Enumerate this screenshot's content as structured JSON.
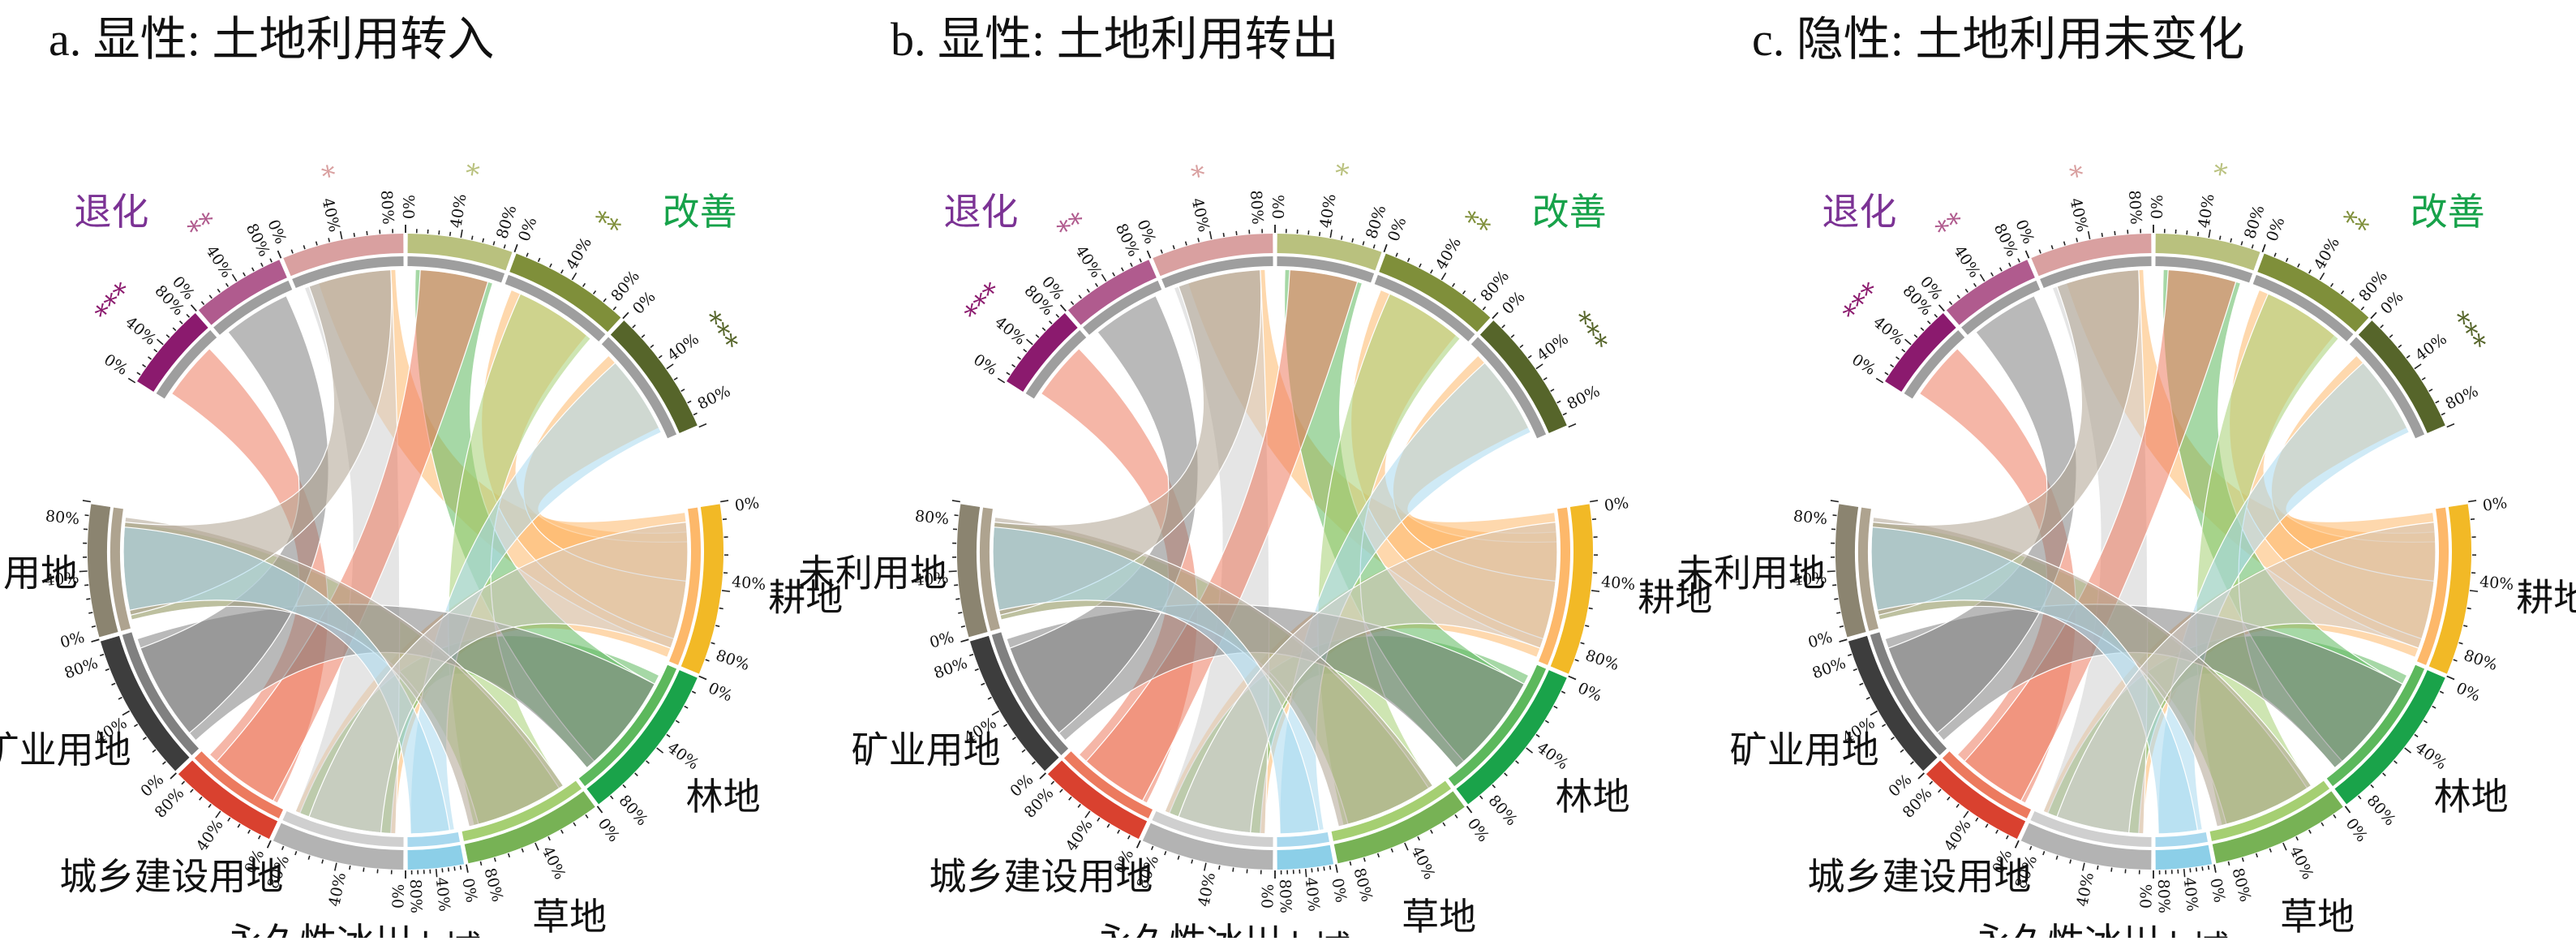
{
  "panels": [
    {
      "letter": "a",
      "title": "a. 显性: 土地利用转入"
    },
    {
      "letter": "b",
      "title": "b. 显性: 土地利用转出"
    },
    {
      "letter": "c",
      "title": "c. 隐性: 土地利用未变化"
    }
  ],
  "tick_labels": [
    "0%",
    "40%",
    "80%"
  ],
  "group_labels": {
    "degrade": "退化",
    "improve": "改善"
  },
  "land_types": [
    {
      "key": "cropland",
      "label": "耕地",
      "color": "#f2b926",
      "ribbon": "#fdb86a"
    },
    {
      "key": "forest",
      "label": "林地",
      "color": "#1aa34a",
      "ribbon": "#5cb85c"
    },
    {
      "key": "grassland",
      "label": "草地",
      "color": "#77b255",
      "ribbon": "#a5cf72"
    },
    {
      "key": "water",
      "label": "水域",
      "color": "#8ccfe8",
      "ribbon": "#a8d8ee"
    },
    {
      "key": "glacier",
      "label": "永久性冰川",
      "color": "#b3b3b3",
      "ribbon": "#cfcfcf"
    },
    {
      "key": "urban",
      "label": "城乡建设用地",
      "color": "#d9412f",
      "ribbon": "#ec7a5e"
    },
    {
      "key": "mining",
      "label": "矿业用地",
      "color": "#3d3d3d",
      "ribbon": "#808080"
    },
    {
      "key": "unused",
      "label": "未利用地",
      "color": "#8b8470",
      "ribbon": "#aea38f"
    }
  ],
  "change_levels": [
    {
      "key": "d3",
      "stars": "***",
      "color": "#8b1a6e"
    },
    {
      "key": "d2",
      "stars": "**",
      "color": "#b05b8e"
    },
    {
      "key": "d1",
      "stars": "*",
      "color": "#d9a0a0"
    },
    {
      "key": "i1",
      "stars": "*",
      "color": "#b9c17e"
    },
    {
      "key": "i2",
      "stars": "**",
      "color": "#7f8f3a"
    },
    {
      "key": "i3",
      "stars": "***",
      "color": "#56652a"
    }
  ],
  "colors": {
    "degrade_text": "#7b3294",
    "improve_text": "#17a24a"
  }
}
